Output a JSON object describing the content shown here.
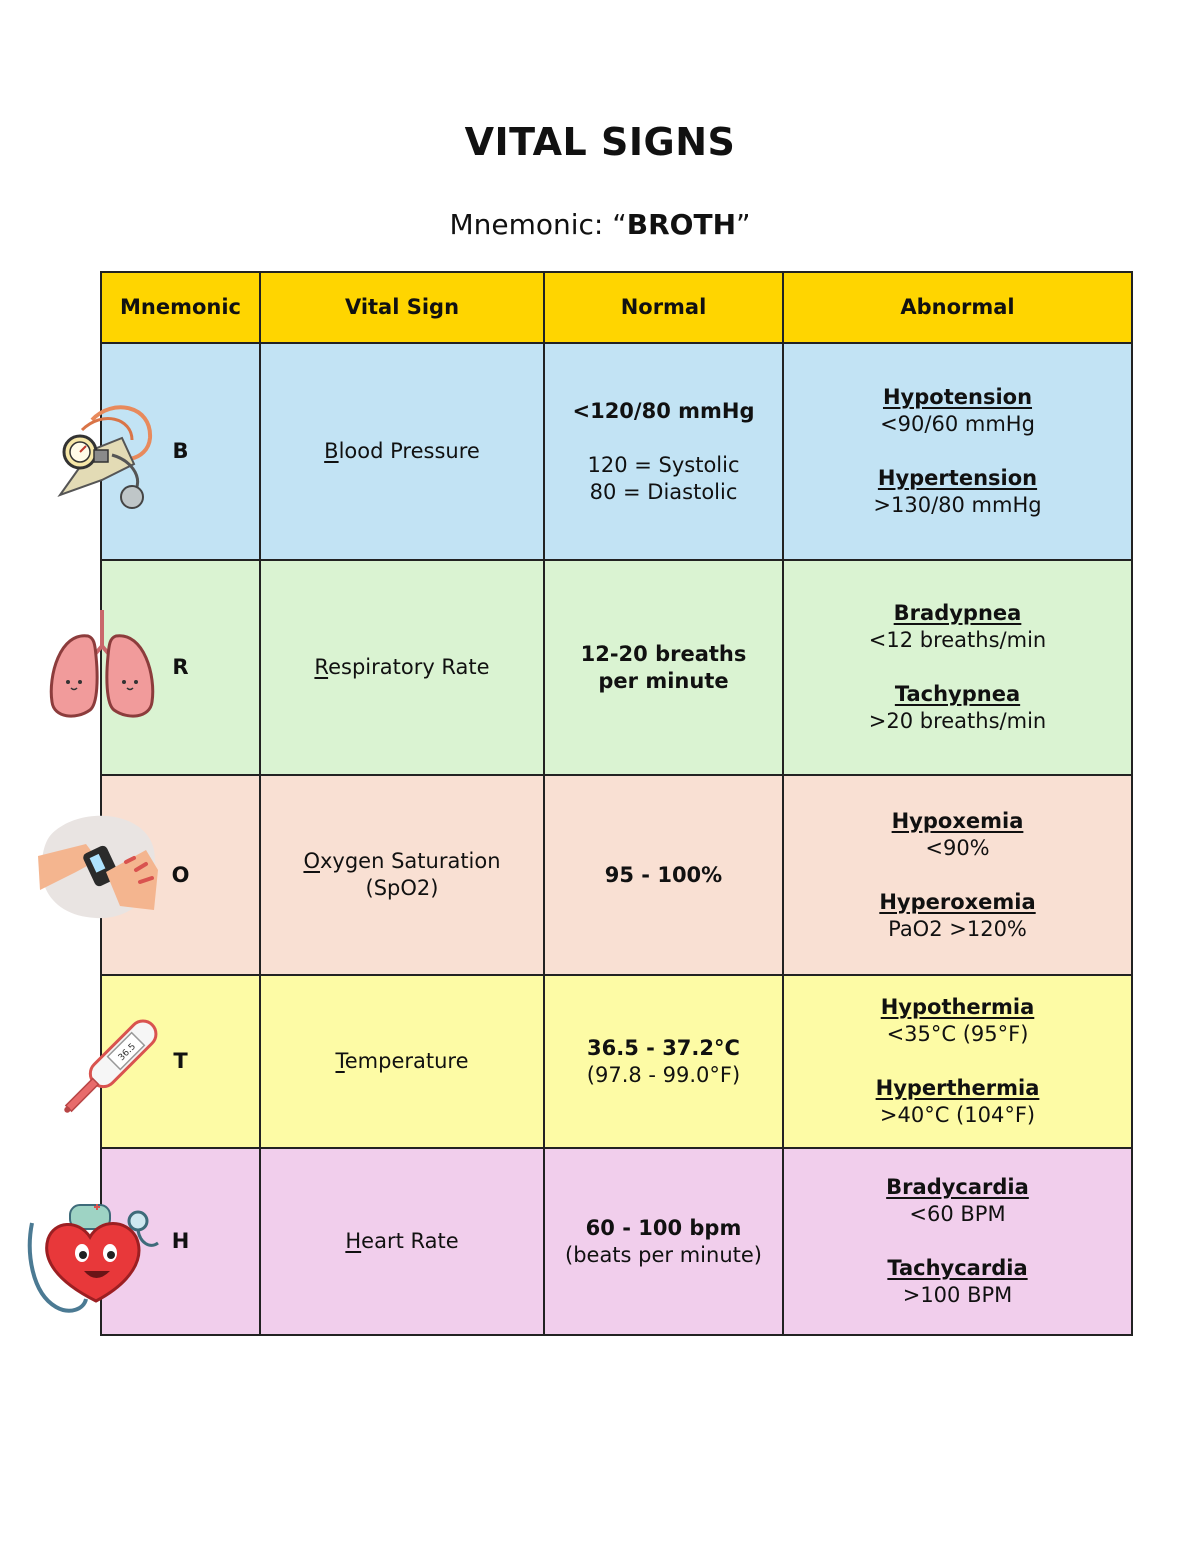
{
  "title": "VITAL SIGNS",
  "subtitle_prefix": "Mnemonic: “",
  "subtitle_word": "BROTH",
  "subtitle_suffix": "”",
  "headers": [
    "Mnemonic",
    "Vital Sign",
    "Normal",
    "Abnormal"
  ],
  "colors": {
    "header": "#ffd500",
    "B": "#c2e3f4",
    "R": "#daf3d2",
    "O": "#f9e0d3",
    "T": "#fdfba5",
    "H": "#f1ceec"
  },
  "rows": [
    {
      "letter": "B",
      "icon": "sphygmomanometer-icon",
      "vital_first": "B",
      "vital_rest": "lood Pressure",
      "normal_main": "<120/80 mmHg",
      "normal_line2": "120 = Systolic",
      "normal_line3": "80 = Diastolic",
      "ab1_title": "Hypotension",
      "ab1_value": "<90/60 mmHg",
      "ab2_title": "Hypertension",
      "ab2_value": ">130/80 mmHg"
    },
    {
      "letter": "R",
      "icon": "lungs-icon",
      "vital_first": "R",
      "vital_rest": "espiratory Rate",
      "normal_main": "12-20 breaths per minute",
      "ab1_title": "Bradypnea",
      "ab1_value": "<12 breaths/min",
      "ab2_title": "Tachypnea",
      "ab2_value": ">20 breaths/min"
    },
    {
      "letter": "O",
      "icon": "pulse-oximeter-icon",
      "vital_first": "O",
      "vital_rest": "xygen Saturation",
      "vital_line2": "(SpO2)",
      "normal_main": "95 - 100%",
      "ab1_title": "Hypoxemia",
      "ab1_value": "<90%",
      "ab2_title": "Hyperoxemia",
      "ab2_value": "PaO2 >120%"
    },
    {
      "letter": "T",
      "icon": "thermometer-icon",
      "thermometer_reading": "36.5",
      "vital_first": "T",
      "vital_rest": "emperature",
      "normal_main": "36.5 - 37.2°C",
      "normal_line2": "(97.8 - 99.0°F)",
      "ab1_title": "Hypothermia",
      "ab1_value": "<35°C (95°F)",
      "ab2_title": "Hyperthermia",
      "ab2_value": ">40°C (104°F)"
    },
    {
      "letter": "H",
      "icon": "heart-stethoscope-icon",
      "vital_first": "H",
      "vital_rest": "eart Rate",
      "normal_main": "60 - 100 bpm",
      "normal_line2": "(beats per minute)",
      "ab1_title": "Bradycardia",
      "ab1_value": "<60 BPM",
      "ab2_title": "Tachycardia",
      "ab2_value": ">100 BPM"
    }
  ]
}
